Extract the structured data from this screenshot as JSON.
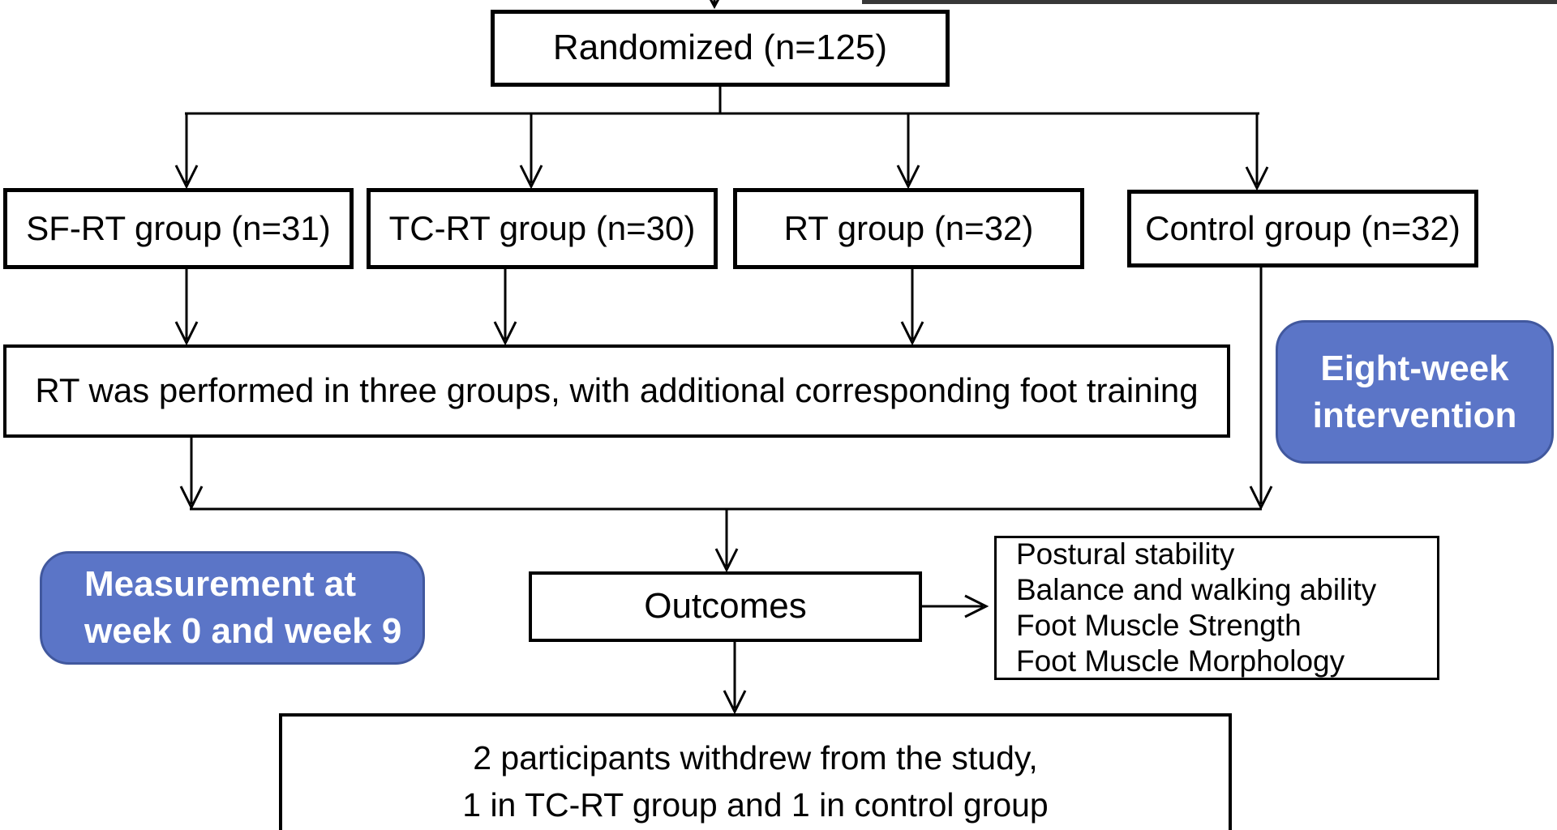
{
  "diagram": {
    "top": {
      "randomized_label": "Randomized (n=125)"
    },
    "groups": [
      {
        "label": "SF-RT group (n=31)"
      },
      {
        "label": "TC-RT group (n=30)"
      },
      {
        "label": "RT group (n=32)"
      },
      {
        "label": "Control group (n=32)"
      }
    ],
    "training_note": "RT was performed in three groups, with additional corresponding foot training",
    "callouts": {
      "eight_week": {
        "lines": [
          "Eight-week",
          "intervention"
        ]
      },
      "measurement": {
        "lines": [
          "Measurement at",
          "week 0 and week 9"
        ]
      }
    },
    "outcomes": {
      "label": "Outcomes",
      "items": [
        "Postural stability",
        "Balance and walking ability",
        "Foot Muscle Strength",
        "Foot Muscle Morphology"
      ]
    },
    "withdrawal": {
      "lines": [
        "2 participants withdrew from the study,",
        "1 in TC-RT group and 1 in control group"
      ]
    },
    "colors": {
      "callout_fill": "#5b75c7",
      "callout_border": "#41589e",
      "line_color": "#000000",
      "topbar_color": "#383838"
    }
  }
}
